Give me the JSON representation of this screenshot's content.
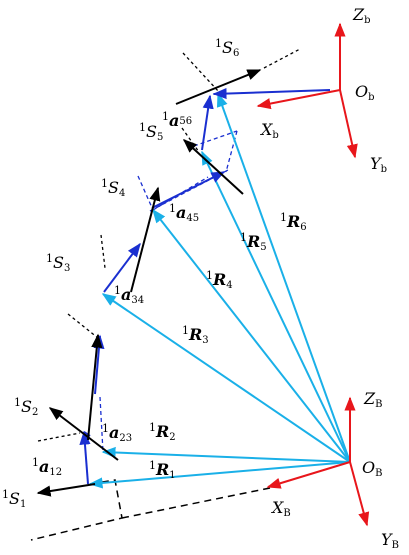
{
  "labels": {
    "S1": {
      "sup": "1",
      "main": "S",
      "sub": "1"
    },
    "S2": {
      "sup": "1",
      "main": "S",
      "sub": "2"
    },
    "S3": {
      "sup": "1",
      "main": "S",
      "sub": "3"
    },
    "S4": {
      "sup": "1",
      "main": "S",
      "sub": "4"
    },
    "S5": {
      "sup": "1",
      "main": "S",
      "sub": "5"
    },
    "S6": {
      "sup": "1",
      "main": "S",
      "sub": "6"
    },
    "a12": {
      "sup": "1",
      "main": "a",
      "sub": "12"
    },
    "a23": {
      "sup": "1",
      "main": "a",
      "sub": "23"
    },
    "a34": {
      "sup": "1",
      "main": "a",
      "sub": "34"
    },
    "a45": {
      "sup": "1",
      "main": "a",
      "sub": "45"
    },
    "a56": {
      "sup": "1",
      "main": "a",
      "sub": "56"
    },
    "R1": {
      "sup": "1",
      "main": "R",
      "sub": "1"
    },
    "R2": {
      "sup": "1",
      "main": "R",
      "sub": "2"
    },
    "R3": {
      "sup": "1",
      "main": "R",
      "sub": "3"
    },
    "R4": {
      "sup": "1",
      "main": "R",
      "sub": "4"
    },
    "R5": {
      "sup": "1",
      "main": "R",
      "sub": "5"
    },
    "R6": {
      "sup": "1",
      "main": "R",
      "sub": "6"
    }
  },
  "frames": {
    "base": {
      "origin": "O",
      "origin_sub": "B",
      "x": "X",
      "x_sub": "B",
      "y": "Y",
      "y_sub": "B",
      "z": "Z",
      "z_sub": "B"
    },
    "platform": {
      "origin": "O",
      "origin_sub": "b",
      "x": "X",
      "x_sub": "b",
      "y": "Y",
      "y_sub": "b",
      "z": "Z",
      "z_sub": "b"
    }
  },
  "colors": {
    "position_vector": "#1ab0e8",
    "link_vector": "#1a2fd0",
    "joint_axis": "#000000",
    "frame_axis": "#e8161b"
  }
}
